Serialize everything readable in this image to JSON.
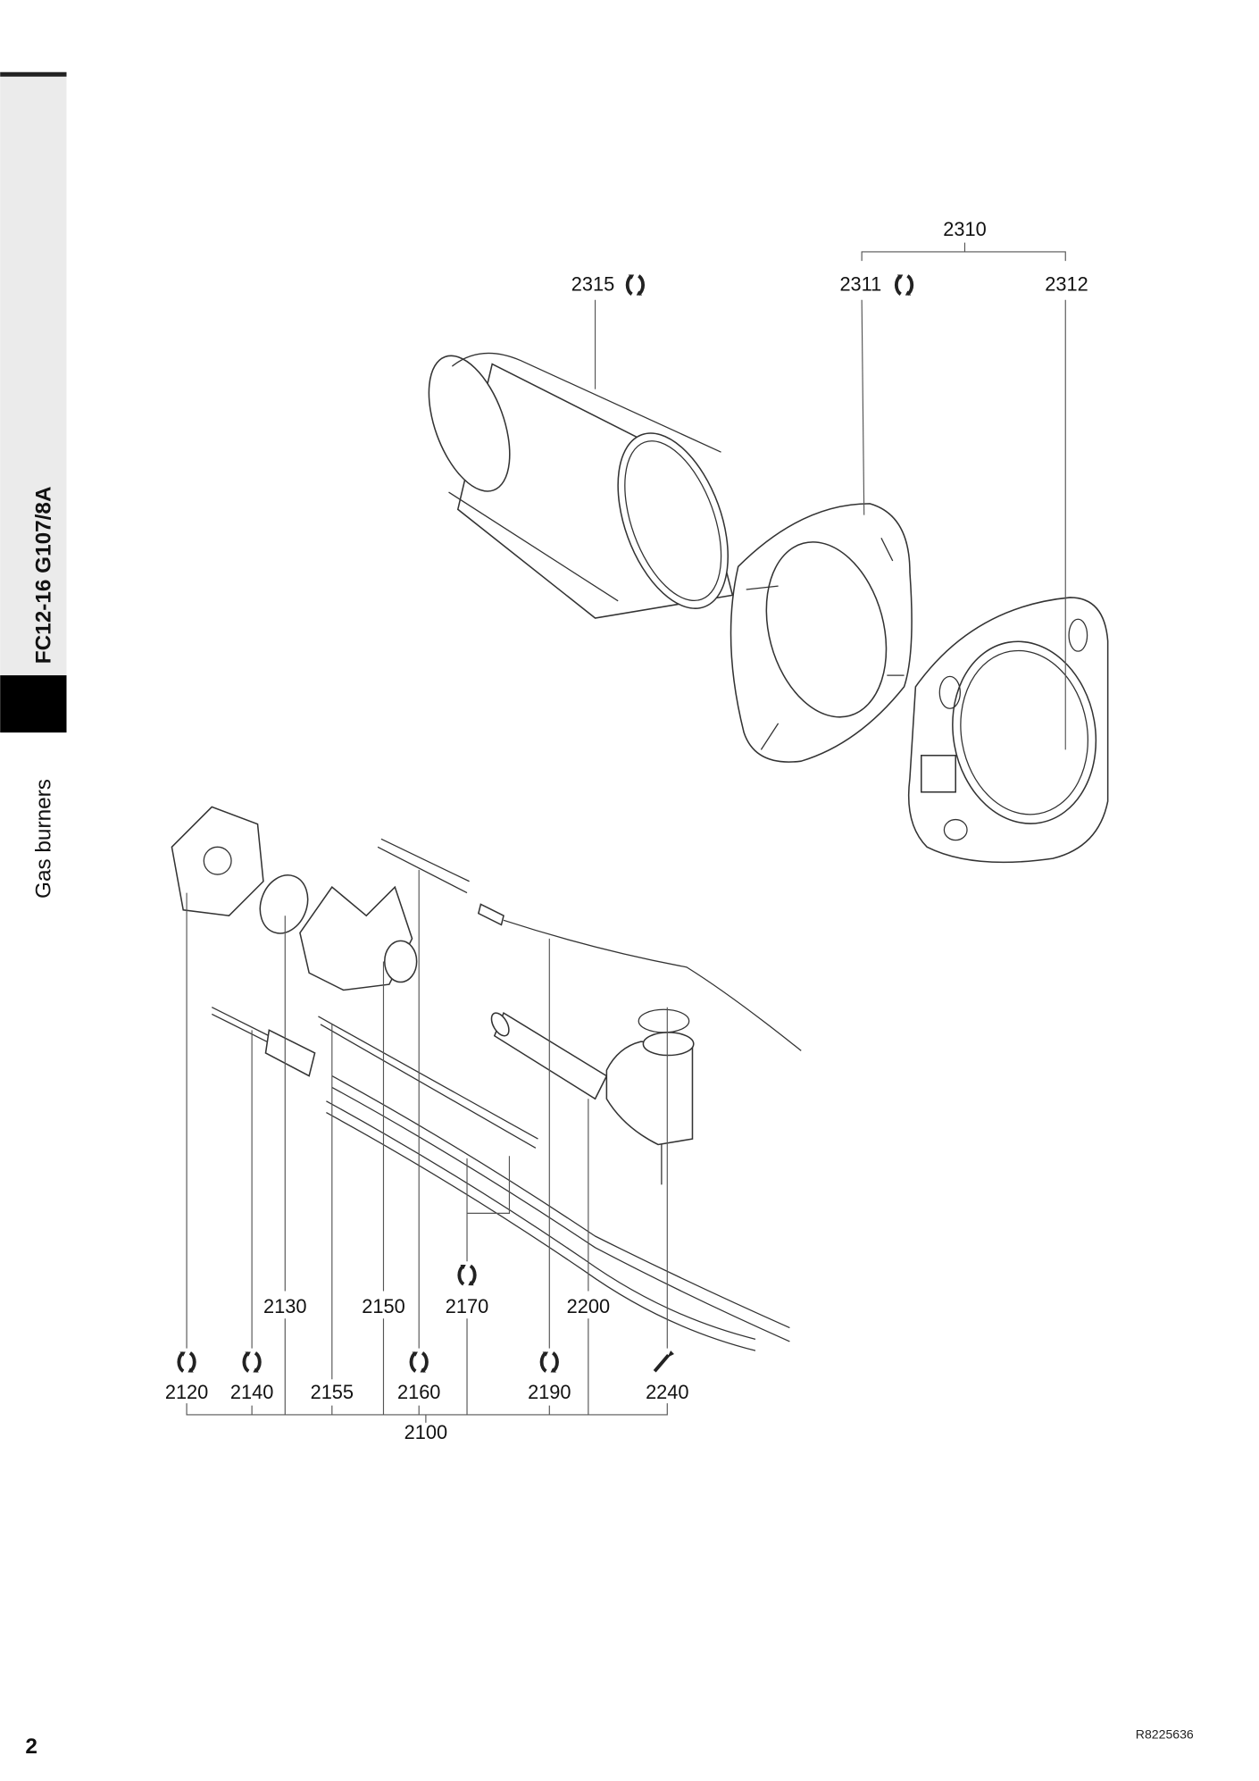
{
  "side_tab": {
    "model": "FC12-16 G107/8A",
    "section": "Gas burners"
  },
  "footer": {
    "page_number": "2",
    "doc_code": "R8225636"
  },
  "parts": {
    "top": {
      "p2310": "2310",
      "p2315": "2315",
      "p2311": "2311",
      "p2312": "2312"
    },
    "bottom_upper": {
      "p2130": "2130",
      "p2150": "2150",
      "p2170": "2170",
      "p2200": "2200"
    },
    "bottom_lower": {
      "p2120": "2120",
      "p2140": "2140",
      "p2155": "2155",
      "p2160": "2160",
      "p2190": "2190",
      "p2240": "2240"
    },
    "group": "2100"
  },
  "icons": {
    "wear_part": "replacement-part-icon",
    "tool": "wrench-icon"
  }
}
